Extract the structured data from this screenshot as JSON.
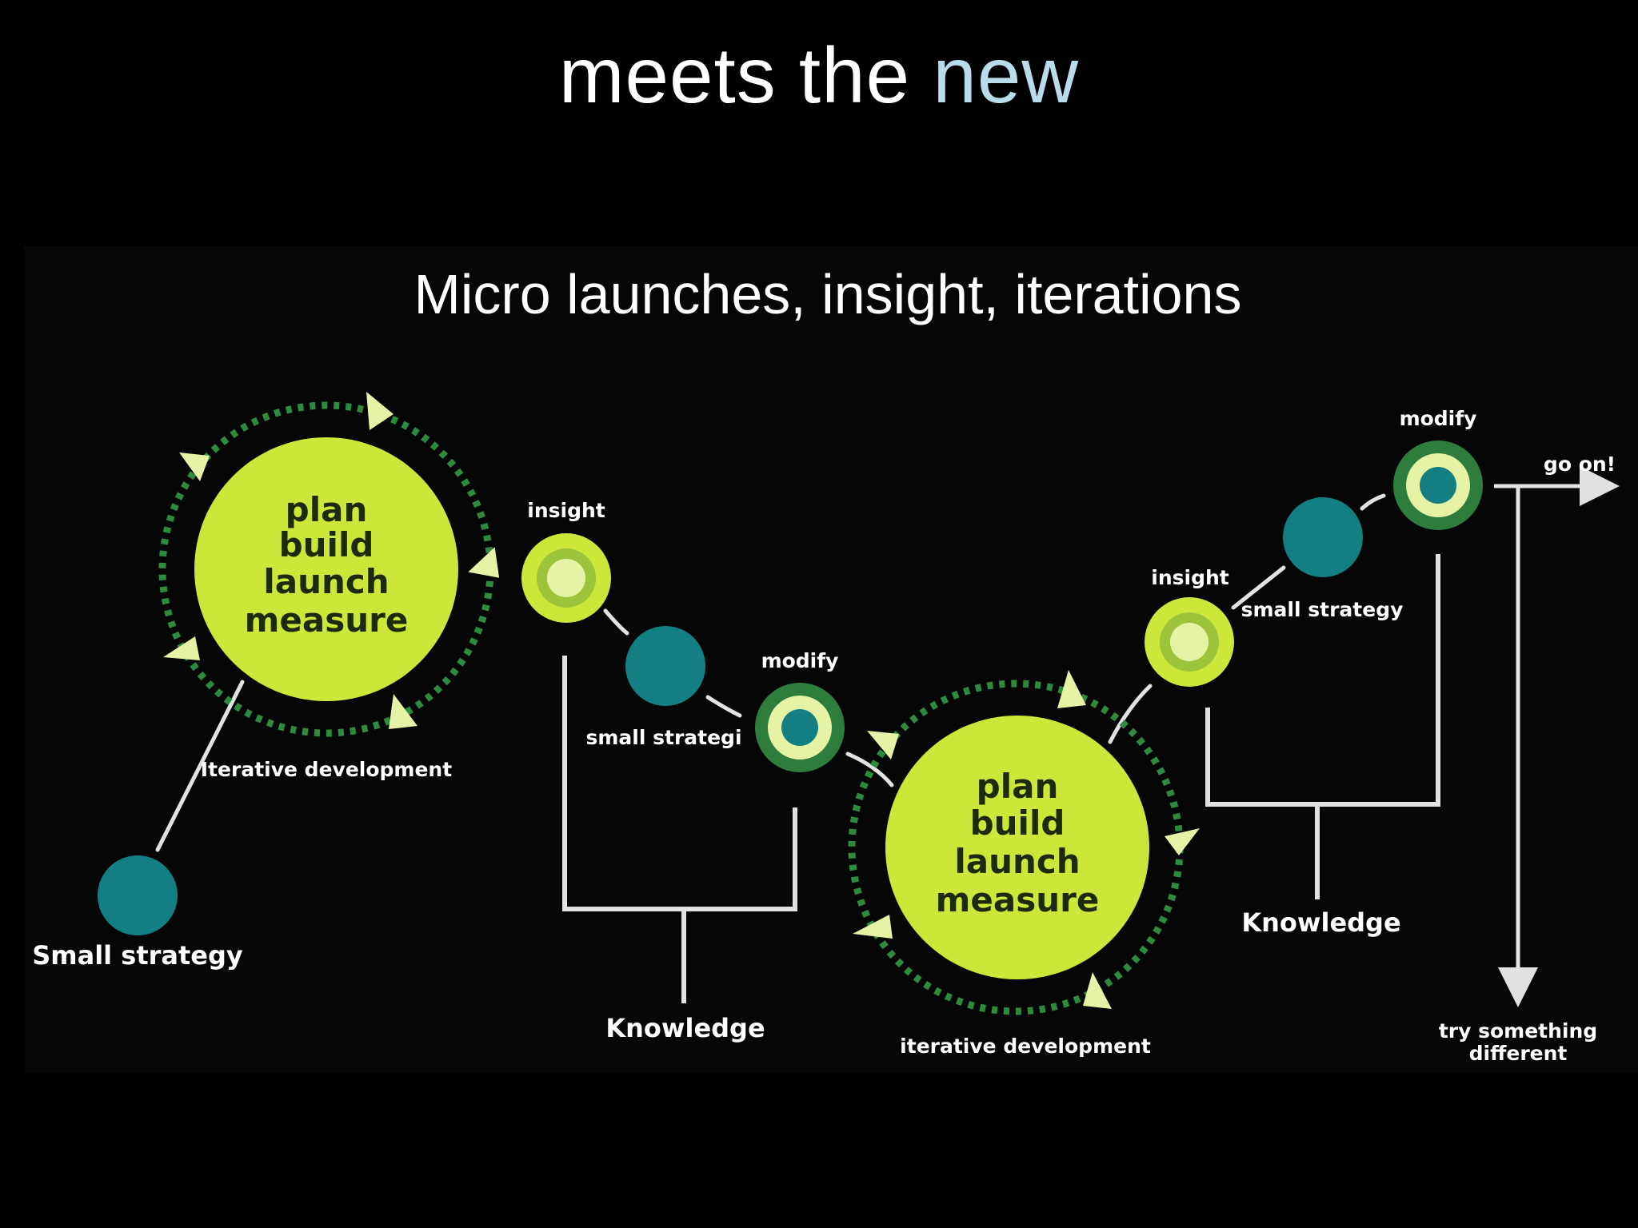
{
  "slide": {
    "title_main": "meets the ",
    "title_accent": "new"
  },
  "diagram": {
    "title": "Micro launches, insight, iterations",
    "cycle_steps": [
      "plan",
      "build",
      "launch",
      "measure"
    ],
    "labels": {
      "small_strategy_start": "Small strategy",
      "iterative_development_1": "Iterative development",
      "insight_1": "insight",
      "small_strategi": "small strategi",
      "modify_1": "modify",
      "knowledge_1": "Knowledge",
      "iterative_development_2": "iterative development",
      "insight_2": "insight",
      "small_strategy_2": "small strategy",
      "modify_2": "modify",
      "knowledge_2": "Knowledge",
      "go_on": "go on!",
      "try_something": "try something",
      "different": "different"
    },
    "colors": {
      "lime": "#cde63a",
      "teal": "#137f82",
      "dark_green": "#2f7d3c",
      "pale_lime": "#e6f3a6",
      "connector": "#e2e2e2",
      "dotted_ring": "#2e8b3e"
    }
  }
}
